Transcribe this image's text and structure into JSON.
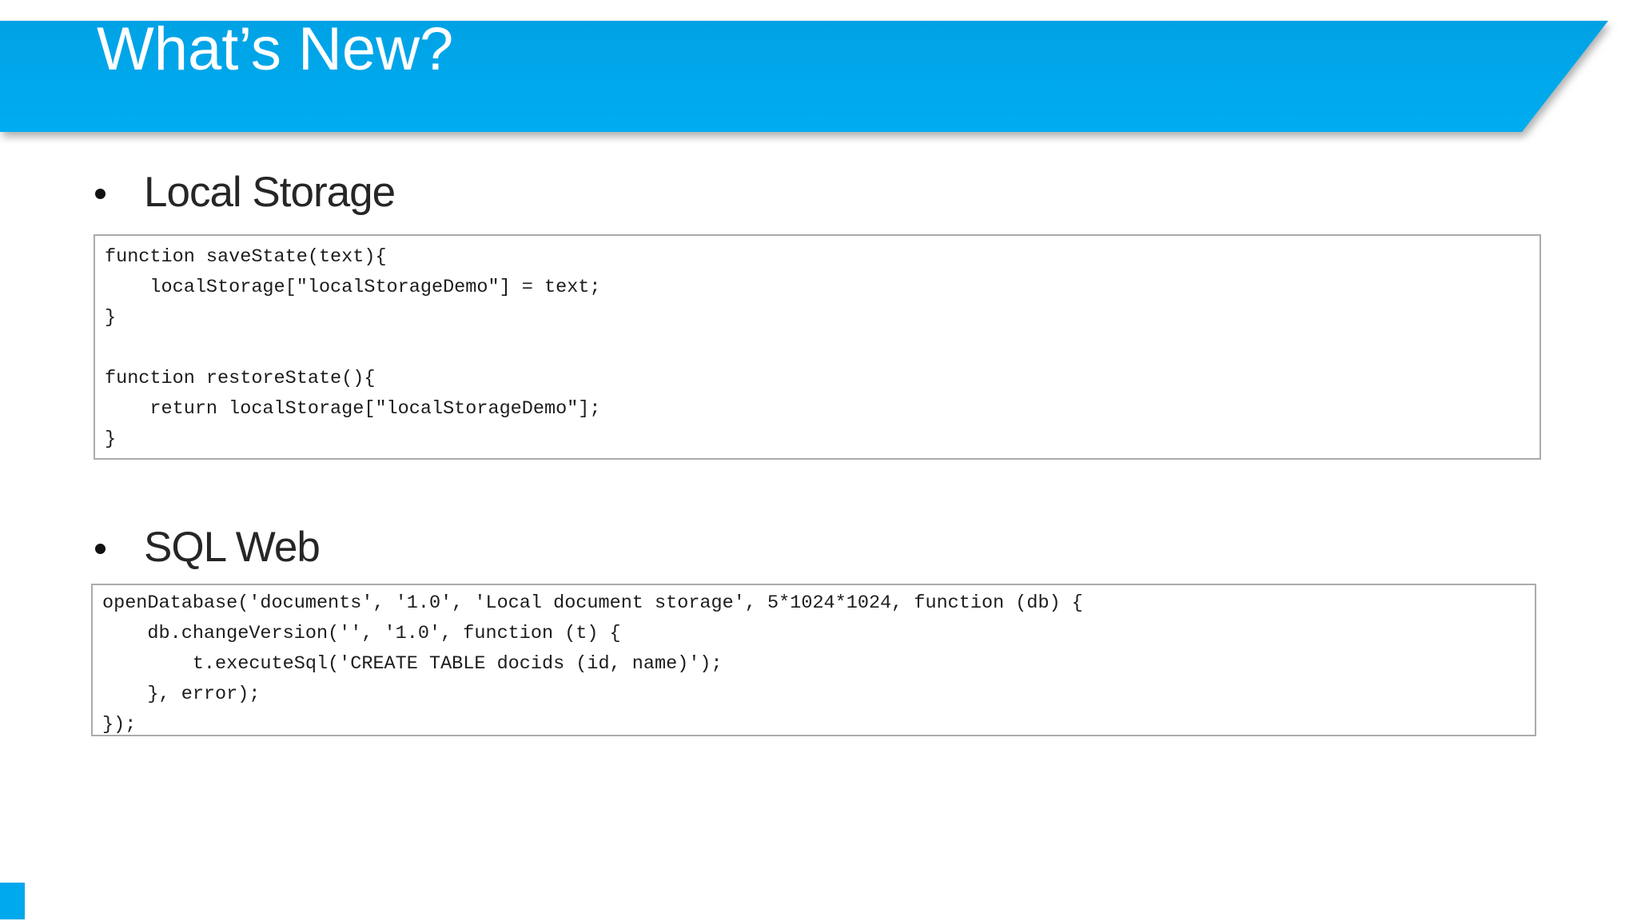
{
  "slide": {
    "title": "What’s New?",
    "accent_color": "#00A8EC",
    "bullet_glyph": "•",
    "sections": [
      {
        "label": "Local Storage",
        "code": "function saveState(text){\n    localStorage[\"localStorageDemo\"] = text;\n}\n\nfunction restoreState(){\n    return localStorage[\"localStorageDemo\"];\n}"
      },
      {
        "label": "SQL Web",
        "code": "openDatabase('documents', '1.0', 'Local document storage', 5*1024*1024, function (db) {\n    db.changeVersion('', '1.0', function (t) {\n        t.executeSql('CREATE TABLE docids (id, name)');\n    }, error);\n});"
      }
    ]
  }
}
